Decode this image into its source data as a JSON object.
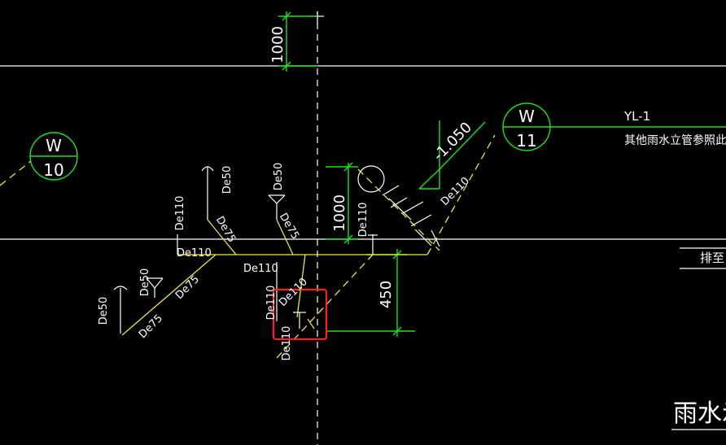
{
  "colors": {
    "background": "#000000",
    "lines": "#ffffff",
    "pipe": "#e8e84a",
    "annotation": "#22e022",
    "selection": "#ff2020"
  },
  "dimensions": {
    "top": "1000",
    "mid": "1000",
    "right": "450"
  },
  "elevation": "-1.050",
  "callouts": [
    {
      "letter": "W",
      "number": "10"
    },
    {
      "letter": "W",
      "number": "11"
    }
  ],
  "pipe_labels": {
    "de110_upper_left": "De110",
    "de110_horizontal": "De110",
    "de75_left_short": "De75",
    "de50_upper": "De50",
    "de50_center": "De50",
    "de75_center": "De75",
    "de110_vertical_stub": "De110",
    "de110_diagonal_right": "De110",
    "de110_under_main": "De110",
    "de50_lower_left": "De50",
    "de50_lower_mid": "De50",
    "de75_lower_mid": "De75",
    "de75_lower_bottom": "De75",
    "de110_box_diagonal": "De110",
    "de110_box_vertical": "De110",
    "de110_bottom": "De110"
  },
  "notes": {
    "riser_id": "YL-1",
    "riser_note": "其他雨水立管参照此",
    "discharge_note": "排至",
    "drawing_title": "雨水示"
  }
}
